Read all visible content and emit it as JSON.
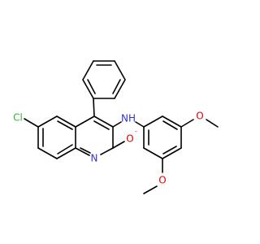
{
  "molecule": {
    "atoms": {
      "cl": {
        "text": "Cl",
        "color": "#2eb82e"
      },
      "n_ring": {
        "text": "N",
        "color": "#2f33d6"
      },
      "nh": {
        "text": "NH",
        "color": "#2f33d6"
      },
      "o_minus": {
        "text": "O",
        "color": "#e00000",
        "charge": "-"
      },
      "o_methoxy_top": {
        "text": "O",
        "color": "#e00000"
      },
      "o_methoxy_bottom": {
        "text": "O",
        "color": "#e00000"
      }
    }
  }
}
